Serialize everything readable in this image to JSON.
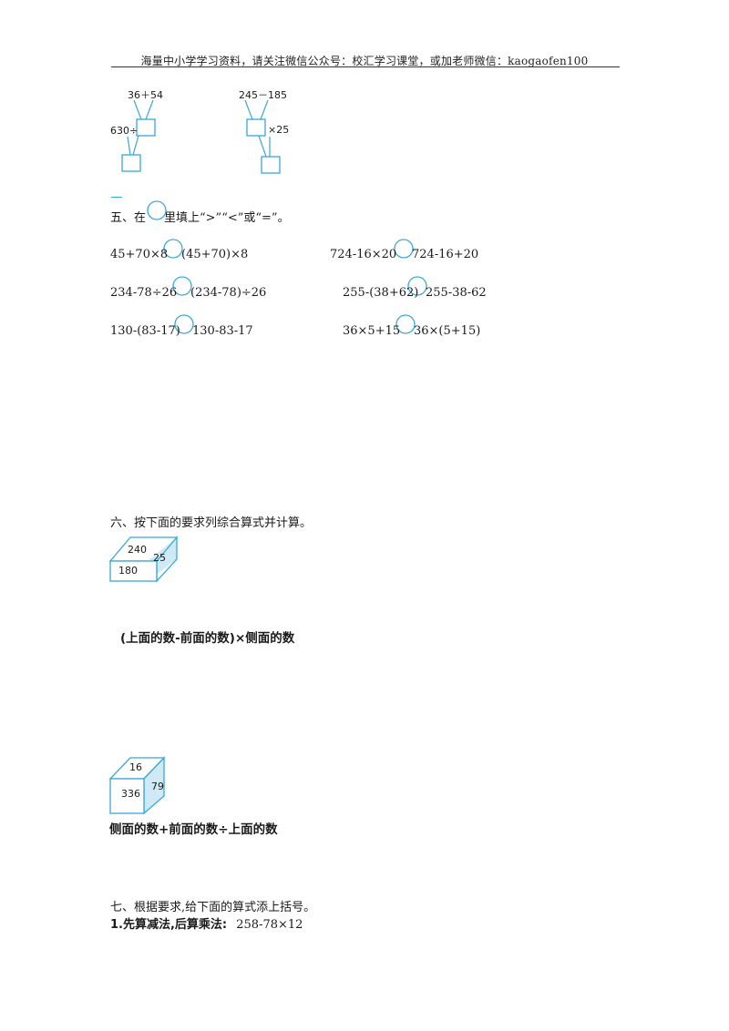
{
  "header": {
    "text": "海量中小学学习资料，请关注微信公众号：校汇学习课堂，或加老师微信：kaogaofen100"
  },
  "tree1": {
    "top_expr": "36＋54",
    "side_expr": "630÷"
  },
  "tree2": {
    "top_expr": "245－185",
    "side_expr": "×25"
  },
  "section5": {
    "title_pre": "五、在",
    "title_post": "里填上“>”“<”或“=”。",
    "rows": [
      {
        "left": "45+70×8",
        "right": "(45+70)×8"
      },
      {
        "left": "724-16×20",
        "right": "724-16+20"
      },
      {
        "left": "234-78÷26",
        "right": "(234-78)÷26"
      },
      {
        "left": "255-(38+62)",
        "right": "255-38-62"
      },
      {
        "left": "130-(83-17)",
        "right": "130-83-17"
      },
      {
        "left": "36×5+15",
        "right": "36×(5+15)"
      }
    ]
  },
  "section6": {
    "title": "六、按下面的要求列综合算式并计算。",
    "cube1": {
      "top": "240",
      "front": "180",
      "side": "25"
    },
    "formula1": "(上面的数-前面的数)×侧面的数",
    "cube2": {
      "top": "16",
      "front": "336",
      "side": "79"
    },
    "formula2": "侧面的数+前面的数÷上面的数"
  },
  "section7": {
    "title": "七、根据要求,给下面的算式添上括号。",
    "item1_label": "1.先算减法,后算乘法:",
    "item1_expr": "258-78×12"
  },
  "colors": {
    "accent_blue": "#3aa7d8",
    "cube_fill": "#cfe9f6"
  }
}
